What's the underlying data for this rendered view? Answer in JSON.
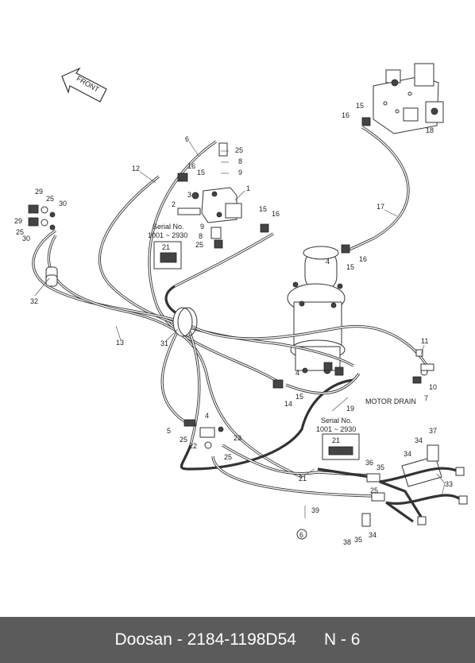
{
  "front_label": "FRONT",
  "serial_note_1": {
    "title": "Serial No.",
    "range": "1001 ~ 2930",
    "part": "21"
  },
  "serial_note_2": {
    "title": "Serial No.",
    "range": "1001 ~ 2930",
    "part": "21"
  },
  "motor_drain_label": "MOTOR DRAIN",
  "part_labels": {
    "p1": "1",
    "p2": "2",
    "p3": "3",
    "p4a": "4",
    "p4b": "4",
    "p4c": "4",
    "p5": "5",
    "p6": "6",
    "p6c": "6",
    "p7": "7",
    "p8a": "8",
    "p8b": "8",
    "p9a": "9",
    "p9b": "9",
    "p10": "10",
    "p11": "11",
    "p12": "12",
    "p13": "13",
    "p14": "14",
    "p15a": "15",
    "p15b": "15",
    "p15c": "15",
    "p15d": "15",
    "p15e": "15",
    "p16a": "16",
    "p16b": "16",
    "p16c": "16",
    "p16d": "16",
    "p17": "17",
    "p18": "18",
    "p19": "19",
    "p21": "21",
    "p22": "22",
    "p23": "23",
    "p25a": "25",
    "p25b": "25",
    "p25c": "25",
    "p25d": "25",
    "p25e": "25",
    "p25f": "25",
    "p25g": "25",
    "p29a": "29",
    "p29b": "29",
    "p30a": "30",
    "p30b": "30",
    "p31": "31",
    "p32": "32",
    "p33": "33",
    "p34a": "34",
    "p34b": "34",
    "p34c": "34",
    "p35a": "35",
    "p35b": "35",
    "p36": "36",
    "p37": "37",
    "p38": "38",
    "p39": "39"
  },
  "footer": {
    "brand": "Doosan",
    "separator": " - ",
    "part_number": "2184-1198D54",
    "page": "N - 6"
  }
}
